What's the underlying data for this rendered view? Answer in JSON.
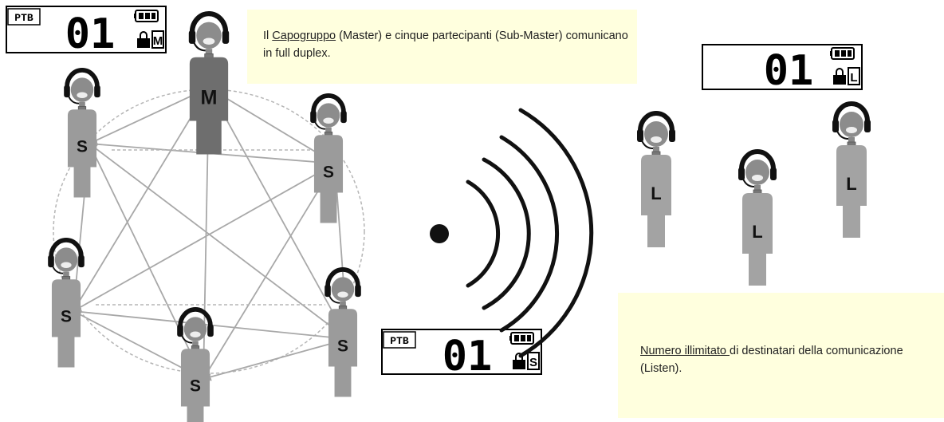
{
  "display_master": {
    "brand": "PTB",
    "channel": "01",
    "role_letter": "M"
  },
  "display_listen": {
    "channel": "01",
    "role_letter": "L"
  },
  "display_sub": {
    "brand": "PTB",
    "channel": "01",
    "role_letter": "S"
  },
  "note_master": {
    "pre": "Il ",
    "link": "Capogruppo",
    "post": " (Master) e cinque partecipanti (Sub-Master) comunicano in full duplex."
  },
  "note_listen": {
    "link": "Numero illimitato ",
    "post": "di destinatari della comunicazione (Listen)."
  },
  "people": [
    {
      "role": "M"
    },
    {
      "role": "S"
    },
    {
      "role": "S"
    },
    {
      "role": "S"
    },
    {
      "role": "S"
    },
    {
      "role": "S"
    },
    {
      "role": "L"
    },
    {
      "role": "L"
    },
    {
      "role": "L"
    }
  ],
  "colors": {
    "master_body": "#6e6e6e",
    "sub_body": "#9b9b9b",
    "listen_body": "#a3a3a3",
    "note_bg": "#ffffde",
    "arrow": "#a8a8a8",
    "waves": "#111111"
  }
}
